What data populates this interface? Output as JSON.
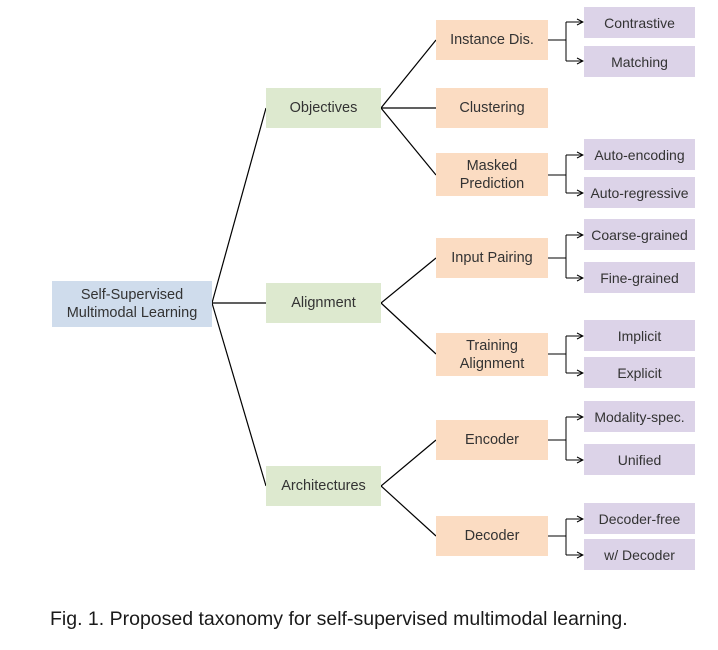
{
  "root": {
    "line1": "Self-Supervised",
    "line2": "Multimodal Learning"
  },
  "objectives": {
    "label": "Objectives",
    "instance_dis": {
      "label": "Instance Dis.",
      "children": [
        "Contrastive",
        "Matching"
      ]
    },
    "clustering": {
      "label": "Clustering"
    },
    "masked_prediction": {
      "line1": "Masked",
      "line2": "Prediction",
      "children": [
        "Auto-encoding",
        "Auto-regressive"
      ]
    }
  },
  "alignment": {
    "label": "Alignment",
    "input_pairing": {
      "label": "Input Pairing",
      "children": [
        "Coarse-grained",
        "Fine-grained"
      ]
    },
    "training_alignment": {
      "line1": "Training",
      "line2": "Alignment",
      "children": [
        "Implicit",
        "Explicit"
      ]
    }
  },
  "architectures": {
    "label": "Architectures",
    "encoder": {
      "label": "Encoder",
      "children": [
        "Modality-spec.",
        "Unified"
      ]
    },
    "decoder": {
      "label": "Decoder",
      "children": [
        "Decoder-free",
        "w/ Decoder"
      ]
    }
  },
  "caption": "Fig. 1. Proposed taxonomy for self-supervised multimodal learning.",
  "colors": {
    "root": "#cfdcec",
    "level1": "#dde9cf",
    "level2": "#fbdcc2",
    "level3": "#dcd3e8",
    "line": "#000000"
  }
}
